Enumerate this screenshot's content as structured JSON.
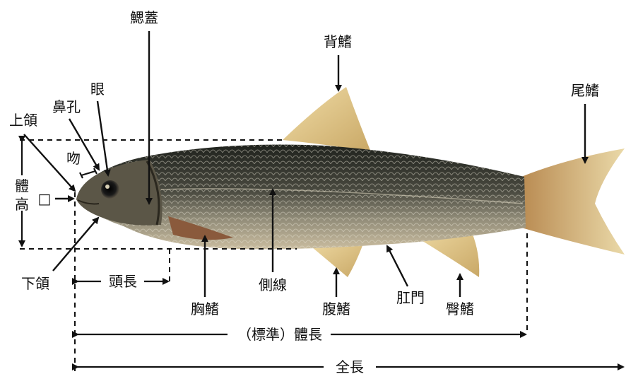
{
  "labels": {
    "operculum": "鰓蓋",
    "dorsal_fin": "背鰭",
    "eye": "眼",
    "nostril": "鼻孔",
    "upper_jaw": "上頜",
    "snout": "吻",
    "body_depth_top": "體",
    "body_depth_bottom": "高",
    "mouth_mark": "□",
    "tail_fin": "尾鰭",
    "lower_jaw": "下頜",
    "head_length": "頭長",
    "pectoral_fin": "胸鰭",
    "lateral_line": "側線",
    "pelvic_fin": "腹鰭",
    "anus": "肛門",
    "anal_fin": "臀鰭",
    "standard_length": "（標準）體長",
    "total_length": "全長"
  },
  "colors": {
    "back": "#22251f",
    "belly": "#c6b79b",
    "fin": "#e1c98a",
    "scale": "#e7e2d2"
  }
}
